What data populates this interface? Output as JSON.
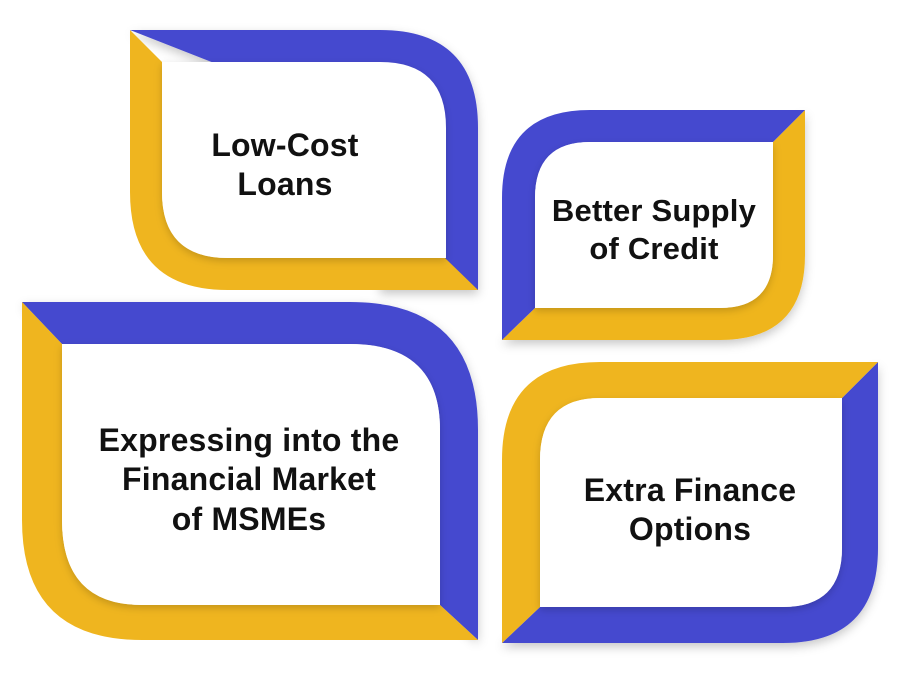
{
  "colors": {
    "blue": "#4549cf",
    "gold": "#efb51f",
    "white": "#ffffff",
    "text": "#111111"
  },
  "cards": [
    {
      "id": "low-cost-loans",
      "label": "Low-Cost\nLoans"
    },
    {
      "id": "better-supply-of-credit",
      "label": "Better Supply\nof Credit"
    },
    {
      "id": "expressing-financial-market",
      "label": "Expressing into the\nFinancial Market\nof MSMEs"
    },
    {
      "id": "extra-finance-options",
      "label": "Extra Finance\nOptions"
    }
  ]
}
